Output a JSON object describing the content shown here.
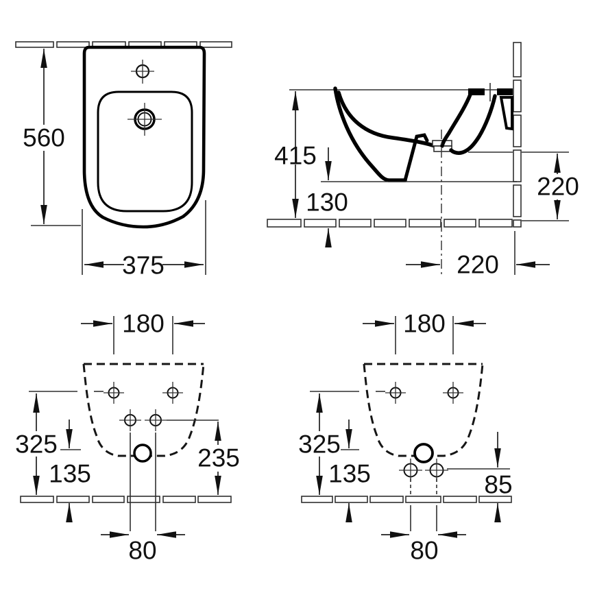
{
  "drawing": {
    "front": {
      "height": "560",
      "width": "375"
    },
    "side": {
      "height": "415",
      "base_clearance": "130",
      "outlet_height": "220",
      "outlet_offset": "220"
    },
    "rear_a": {
      "hole_spacing": "180",
      "mount_height": "325",
      "drain_height": "135",
      "supply_height": "235",
      "supply_spacing": "80"
    },
    "rear_b": {
      "hole_spacing": "180",
      "mount_height": "325",
      "drain_height": "135",
      "supply_height": "85",
      "supply_spacing": "80"
    }
  },
  "icons": {
    "tap_hole": "crosshair-circle",
    "drain_hole": "double-crosshair-circle",
    "mounting_hole": "small-crosshair-circle",
    "wall_hatch": "segmented-band",
    "floor_hatch": "segmented-band"
  },
  "colors": {
    "background": "#ffffff",
    "thin_line": "#2e2e2e",
    "profile_line": "#000000",
    "text": "#111111"
  }
}
